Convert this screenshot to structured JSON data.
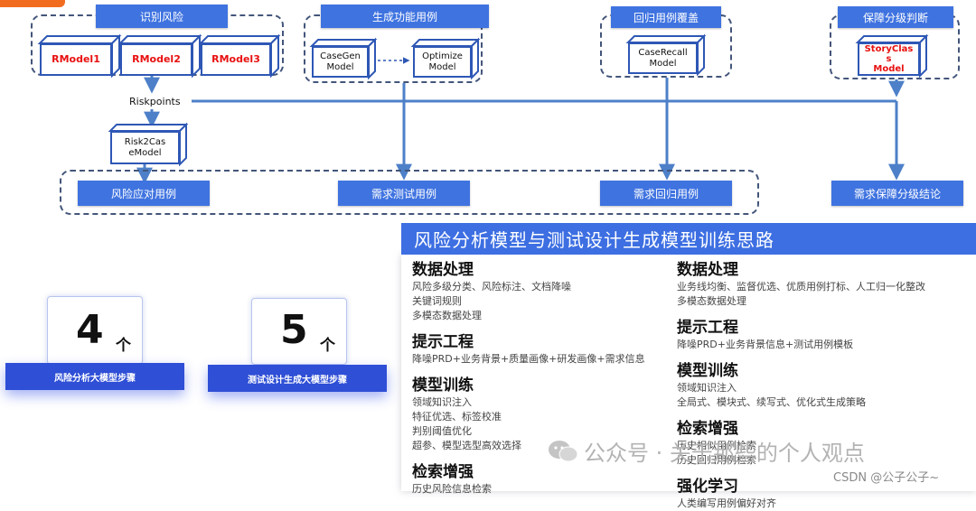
{
  "headers": {
    "identify_risk": "识别风险",
    "gen_cases": "生成功能用例",
    "regression": "回归用例覆盖",
    "grading": "保障分级判断"
  },
  "models": {
    "rmodel1": "RModel1",
    "rmodel2": "RModel2",
    "rmodel3": "RModel3",
    "casegen_l1": "CaseGen",
    "casegen_l2": "Model",
    "optimize_l1": "Optimize",
    "optimize_l2": "Model",
    "caserecall_l1": "CaseRecall",
    "caserecall_l2": "Model",
    "storyclass_l1": "StoryClas",
    "storyclass_l2": "s",
    "storyclass_l3": "Model",
    "risk2case_l1": "Risk2Cas",
    "risk2case_l2": "eModel"
  },
  "riskpoints": "Riskpoints",
  "outputs": {
    "risk_cases": "风险应对用例",
    "req_test_cases": "需求测试用例",
    "req_regression_cases": "需求回归用例",
    "req_grading_result": "需求保障分级结论"
  },
  "panel": {
    "title": "风险分析模型与测试设计生成模型训练思路",
    "left": [
      {
        "heading": "数据处理",
        "items": [
          "风险多级分类、风险标注、文档降噪",
          "关键词规则",
          "多模态数据处理"
        ]
      },
      {
        "heading": "提示工程",
        "items": [
          "降噪PRD+业务背景+质量画像+研发画像+需求信息"
        ]
      },
      {
        "heading": "模型训练",
        "items": [
          "领域知识注入",
          "特征优选、标签校准",
          "判别阈值优化",
          "超参、模型选型高效选择"
        ]
      },
      {
        "heading": "检索增强",
        "items": [
          "历史风险信息检索"
        ]
      }
    ],
    "right": [
      {
        "heading": "数据处理",
        "items": [
          "业务线均衡、监督优选、优质用例打标、人工归一化整改",
          "多模态数据处理"
        ]
      },
      {
        "heading": "提示工程",
        "items": [
          "降噪PRD+业务背景信息+测试用例模板"
        ]
      },
      {
        "heading": "模型训练",
        "items": [
          "领域知识注入",
          "全局式、模块式、续写式、优化式生成策略"
        ]
      },
      {
        "heading": "检索增强",
        "items": [
          "历史相似用例检索",
          "历史回归用例检索"
        ]
      },
      {
        "heading": "强化学习",
        "items": [
          "人类编写用例偏好对齐"
        ]
      }
    ]
  },
  "stats": [
    {
      "number": "4",
      "unit": "个",
      "label": "风险分析大模型步骤"
    },
    {
      "number": "5",
      "unit": "个",
      "label": "测试设计生成大模型步骤"
    }
  ],
  "watermark": {
    "wechat": "公众号 · 关于那些的个人观点",
    "csdn": "CSDN @公子公子~"
  },
  "colors": {
    "header_blue": "#3f73e0",
    "arrow_blue": "#4d80c8",
    "output_blue": "#3f73e0",
    "model_red": "#e81010",
    "logo_orange": "#f26c1f"
  }
}
